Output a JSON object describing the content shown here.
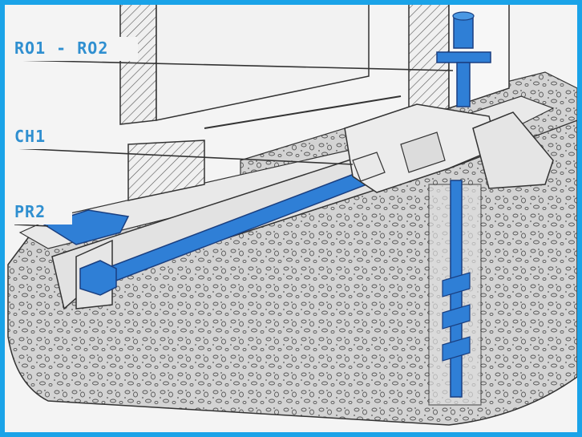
{
  "labels": {
    "ro": "RO1 - RO2",
    "ch": "CH1",
    "pr": "PR2"
  },
  "colors": {
    "frame": "#1aa3e8",
    "accent_blue": "#2f7fd6",
    "label_blue": "#2f8fd0",
    "concrete": "#cfcfcf",
    "metal": "#ececec",
    "line": "#3a3a3a"
  }
}
